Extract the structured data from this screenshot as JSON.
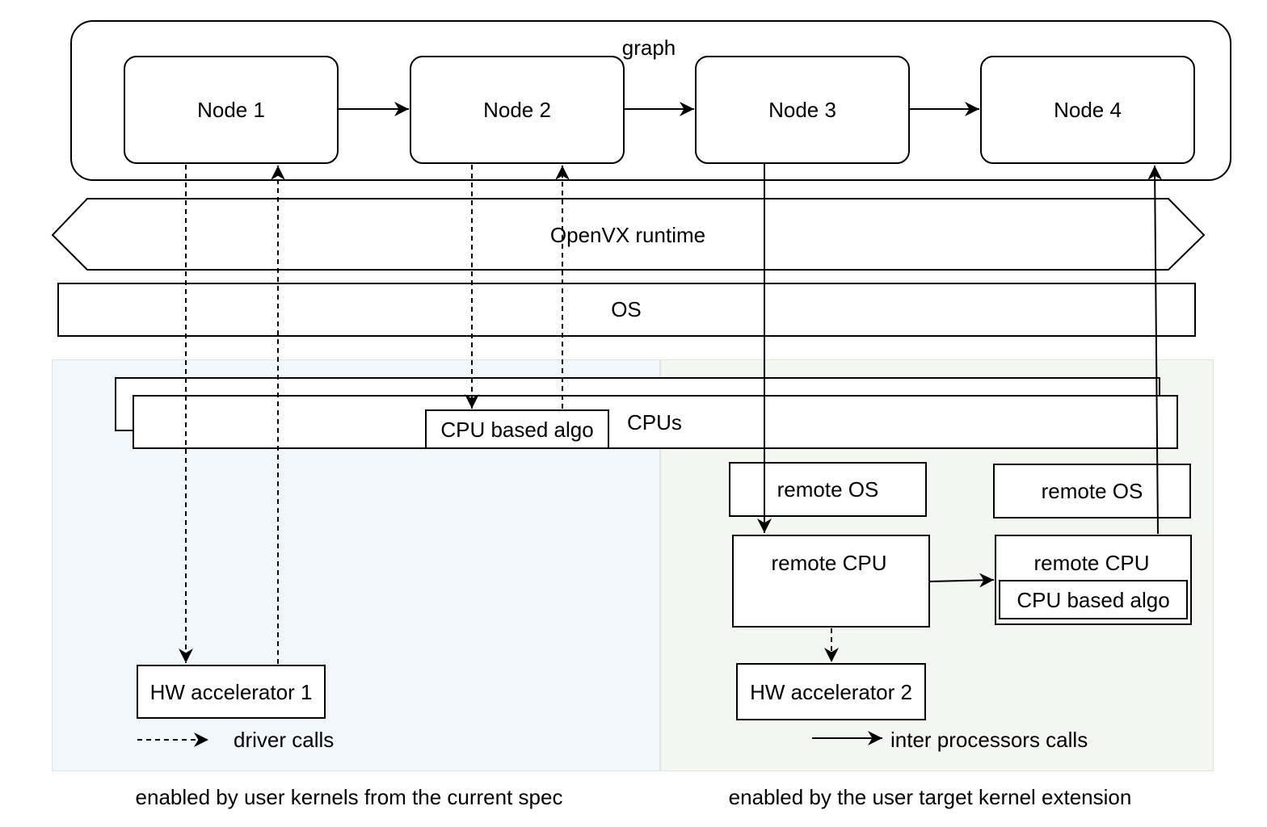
{
  "graph": {
    "label": "graph",
    "nodes": [
      "Node 1",
      "Node 2",
      "Node 3",
      "Node 4"
    ]
  },
  "runtime": {
    "label": "OpenVX runtime"
  },
  "os": {
    "label": "OS"
  },
  "cpus": {
    "label": "CPUs",
    "algo_label": "CPU based algo"
  },
  "remote": {
    "os_left": "remote OS",
    "os_right": "remote OS",
    "cpu_left": "remote CPU",
    "cpu_right": "remote CPU",
    "cpu_right_algo": "CPU based algo"
  },
  "accelerators": {
    "hw1": "HW accelerator 1",
    "hw2": "HW accelerator 2"
  },
  "legend": {
    "driver_calls": "driver calls",
    "inter_processor_calls": "inter processors calls"
  },
  "regions": {
    "left_caption": "enabled by user kernels from the current spec",
    "right_caption": "enabled by the user target kernel extension",
    "left_color": "#f2f7fb",
    "right_color": "#f3f6f1"
  }
}
